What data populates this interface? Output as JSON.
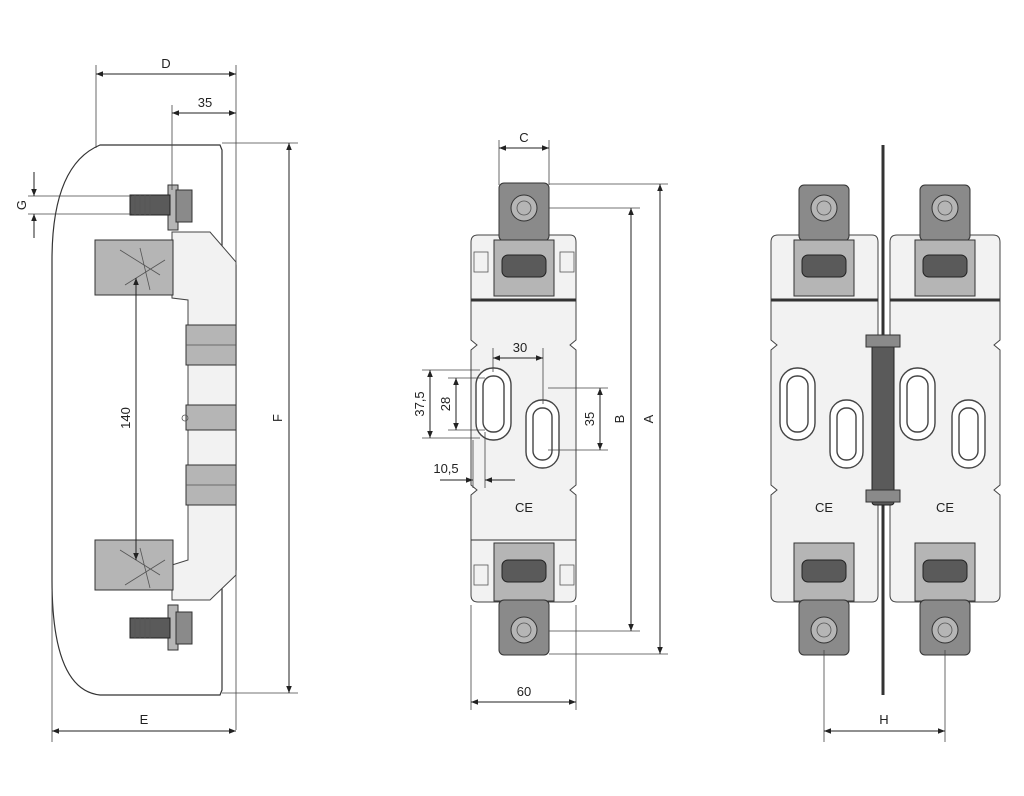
{
  "dimensions": {
    "D": "D",
    "thirtyfive_top": "35",
    "G": "G",
    "one_forty": "140",
    "F": "F",
    "E": "E",
    "C": "C",
    "thirty": "30",
    "thirtyseven_five": "37,5",
    "twentyeight": "28",
    "thirtyfive_mid": "35",
    "B": "B",
    "A": "A",
    "ten_five": "10,5",
    "sixty": "60",
    "H": "H"
  },
  "marks": {
    "ce_front": "CE",
    "ce_left": "CE",
    "ce_right": "CE"
  }
}
